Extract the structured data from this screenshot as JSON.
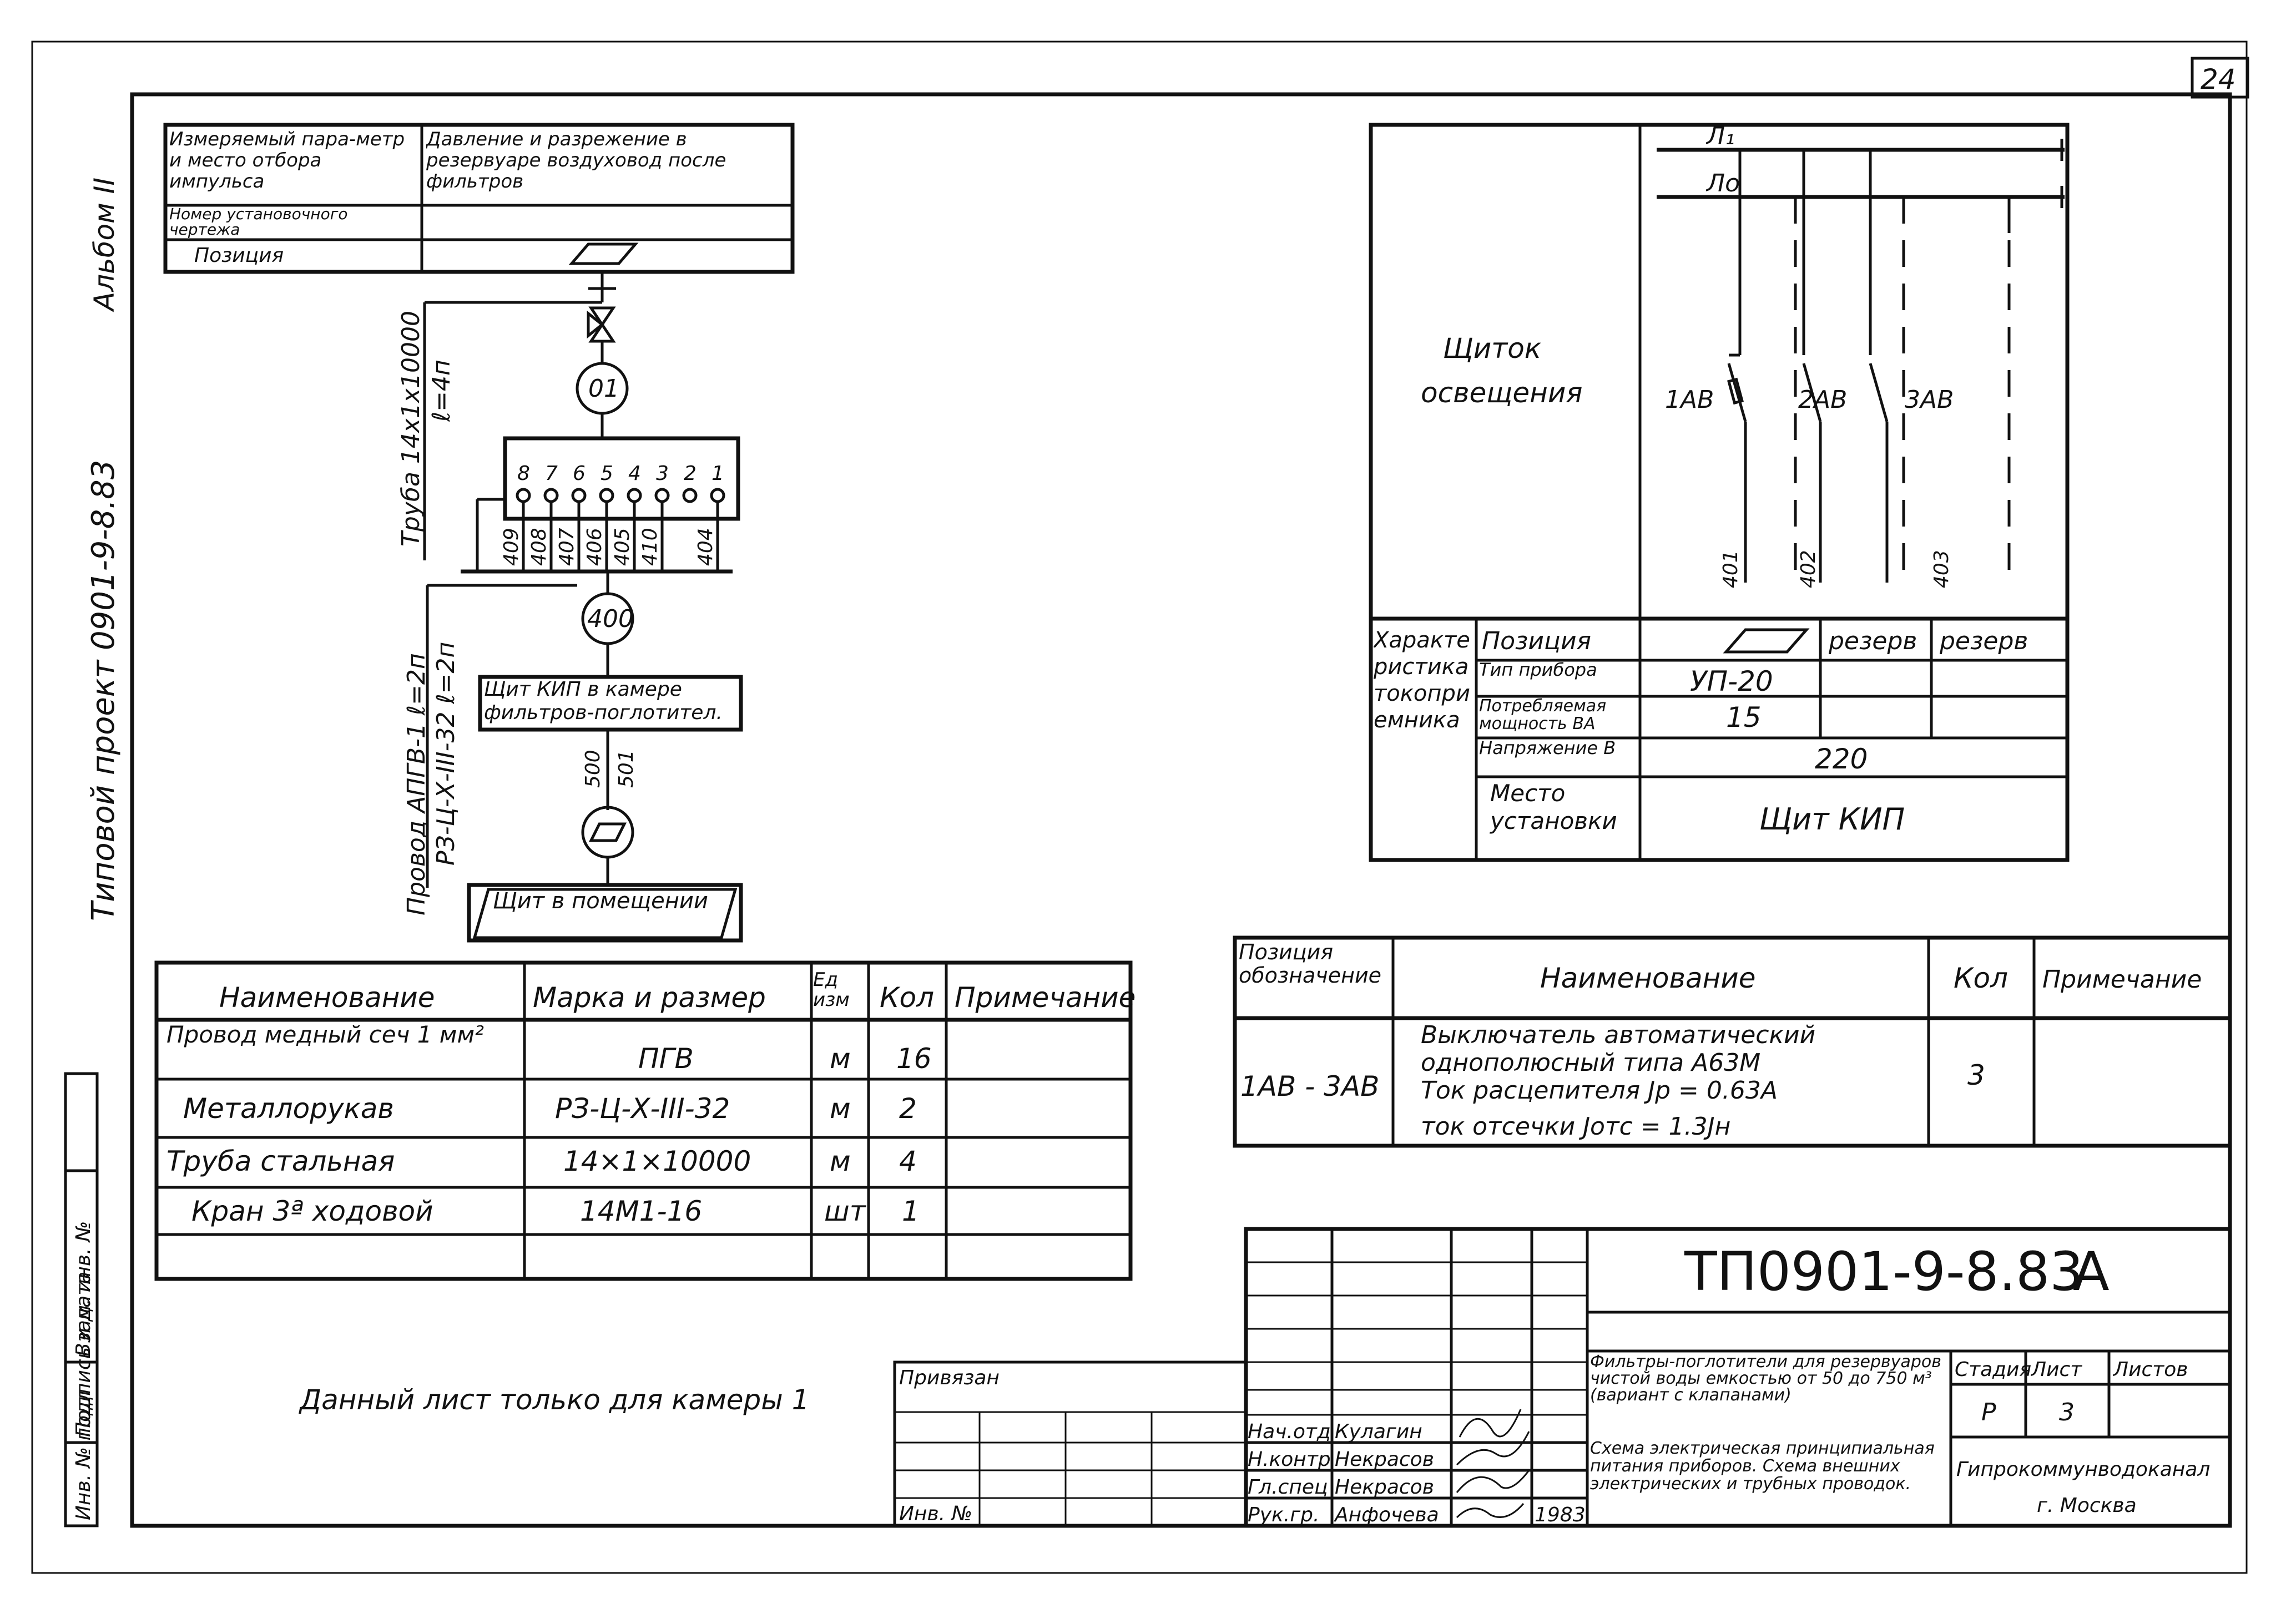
{
  "sheet_number": "24",
  "album_label": "Альбом II",
  "project_label": "Типовой проект 0901-9-8.83",
  "side_stamp": {
    "inv_podl": "Инв. № подл",
    "podp_date": "Подпись и дата",
    "vzam_inv": "Взам. инв. №"
  },
  "impulse_table": {
    "param_label": "Измеряемый пара-метр и место отбора импульса",
    "param_value": "Давление и разрежение в резервуаре воздуховод после фильтров",
    "drawing_label": "Номер установочного чертежа",
    "position_label": "Позиция"
  },
  "instrument_diagram": {
    "pipe_label": "Труба 14х1х10000",
    "pipe_len": "ℓ=4п",
    "device_01": "01",
    "terminals": [
      "8",
      "7",
      "6",
      "5",
      "4",
      "3",
      "2",
      "1"
    ],
    "wires": [
      "409",
      "408",
      "407",
      "406",
      "405",
      "410",
      "404"
    ],
    "cable_400": "400",
    "kip_panel": "Щит КИП в камере фильтров-поглотител.",
    "wire_label": "Провод АПГВ-1 ℓ=2п",
    "sleeve_label": "РЗ-Ц-Х-III-32 ℓ=2п",
    "cable_500": "500",
    "cable_501": "501",
    "room_panel": "Щит в помещении"
  },
  "materials_table": {
    "headers": [
      "Наименование",
      "Марка и размер",
      "Ед изм",
      "Кол",
      "Примечание"
    ],
    "rows": [
      [
        "Провод медный сеч 1 мм²",
        "ПГВ",
        "м",
        "16",
        ""
      ],
      [
        "Металлорукав",
        "РЗ-Ц-Х-III-32",
        "м",
        "2",
        ""
      ],
      [
        "Труба стальная",
        "14×1×10000",
        "м",
        "4",
        ""
      ],
      [
        "Кран 3ª ходовой",
        "14М1-16",
        "шт",
        "1",
        ""
      ],
      [
        "",
        "",
        "",
        "",
        ""
      ]
    ]
  },
  "note": "Данный лист только для камеры 1",
  "lighting_panel": {
    "title_1": "Щиток",
    "title_2": "освещения",
    "bus_l1": "Л₁",
    "bus_l0": "Ло",
    "switches": [
      "1АВ",
      "2АВ",
      "3АВ"
    ],
    "feeders": [
      "401",
      "402",
      "403"
    ]
  },
  "receiver_table": {
    "side_label": "Характеристика токоприемника",
    "position_label": "Позиция",
    "reserve_1": "резерв",
    "reserve_2": "резерв",
    "type_label": "Тип прибора",
    "type_value": "УП-20",
    "power_label": "Потребляемая мощность ВА",
    "power_value": "15",
    "voltage_label": "Напряжение В",
    "voltage_value": "220",
    "place_label": "Место установки",
    "place_value": "Щит КИП"
  },
  "spec_table": {
    "headers": [
      "Позиция обозначение",
      "Наименование",
      "Кол",
      "Примечание"
    ],
    "row": {
      "pos": "1АВ - 3АВ",
      "name_1": "Выключатель автоматический",
      "name_2": "однополюсный типа А63М",
      "name_3": "Ток расцепителя Jр = 0.63А",
      "name_4": "ток отсечки Jотс = 1.3Jн",
      "qty": "3",
      "note": ""
    }
  },
  "title_block": {
    "code": "ТП0901-9-8.83",
    "letter": "А",
    "privyazan": "Привязан",
    "inv_no": "Инв. №",
    "roles": [
      "Нач.отд",
      "Н.контр",
      "Гл.спец",
      "Рук.гр."
    ],
    "names": [
      "Кулагин",
      "Некрасов",
      "Некрасов",
      "Анфочева"
    ],
    "year": "1983",
    "desc_1": "Фильтры-поглотители для резервуаров чистой воды емкостью от 50 до 750 м³ (вариант с клапанами)",
    "desc_2": "Схема электрическая принципиальная питания приборов. Схема внешних электрических и трубных проводок.",
    "stage_label": "Стадия",
    "sheet_label": "Лист",
    "sheets_label": "Листов",
    "stage": "Р",
    "sheet": "3",
    "org": "Гипрокоммунводоканал",
    "city": "г. Москва"
  }
}
